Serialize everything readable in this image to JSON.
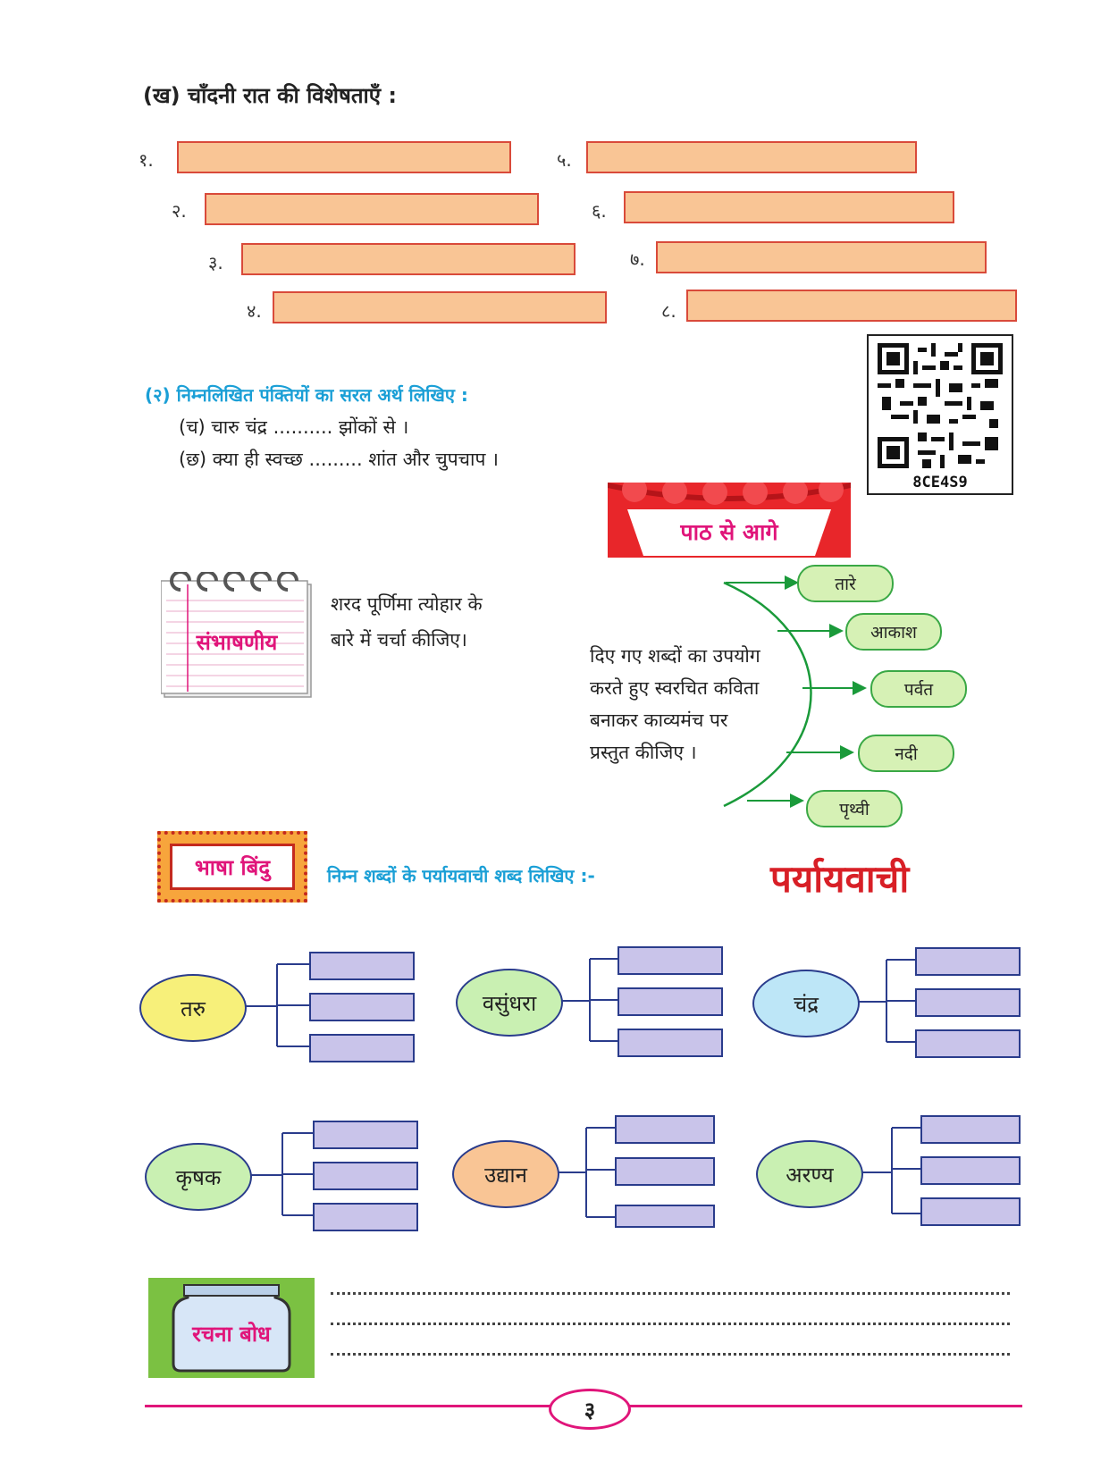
{
  "section_kha": {
    "title": "(ख) चाँदनी रात की विशेषताएँ  :",
    "numbers": [
      "१.",
      "२.",
      "३.",
      "४.",
      "५.",
      "६.",
      "७.",
      "८."
    ]
  },
  "section_2": {
    "title": "(२) निम्नलिखित पंक्तियों का सरल अर्थ लिखिए :",
    "lines": [
      "(च) चारु चंद्र .......... झोंकों से ।",
      "(छ) क्या ही स्वच्छ ......... शांत और चुपचाप ।"
    ]
  },
  "qr": {
    "code": "8CE4S9"
  },
  "path_se_aage": {
    "title": "पाठ से आगे",
    "instruction": [
      "दिए गए शब्दों का उपयोग",
      "करते हुए स्वरचित कविता",
      "बनाकर काव्यमंच पर",
      "प्रस्तुत कीजिए ।"
    ],
    "words": [
      "तारे",
      "आकाश",
      "पर्वत",
      "नदी",
      "पृथ्वी"
    ]
  },
  "sambhashaniya": {
    "badge": "संभाषणीय",
    "text_line1": "शरद पूर्णिमा त्योहार के",
    "text_line2": "बारे में चर्चा कीजिए।"
  },
  "bhasha_bindu": {
    "badge": "भाषा बिंदु",
    "instruction": "निम्न शब्दों के पर्यायवाची शब्द लिखिए :-",
    "logo": "पर्यायवाची",
    "words": [
      "तरु",
      "वसुंधरा",
      "चंद्र",
      "कृषक",
      "उद्यान",
      "अरण्य"
    ],
    "colors": [
      "#f7f07a",
      "#c9f0b2",
      "#bde6f7",
      "#c9f0b2",
      "#f9c595",
      "#c9f0b2"
    ]
  },
  "rachna_bodh": {
    "badge": "रचना बोध"
  },
  "footer": {
    "page_number": "३"
  }
}
